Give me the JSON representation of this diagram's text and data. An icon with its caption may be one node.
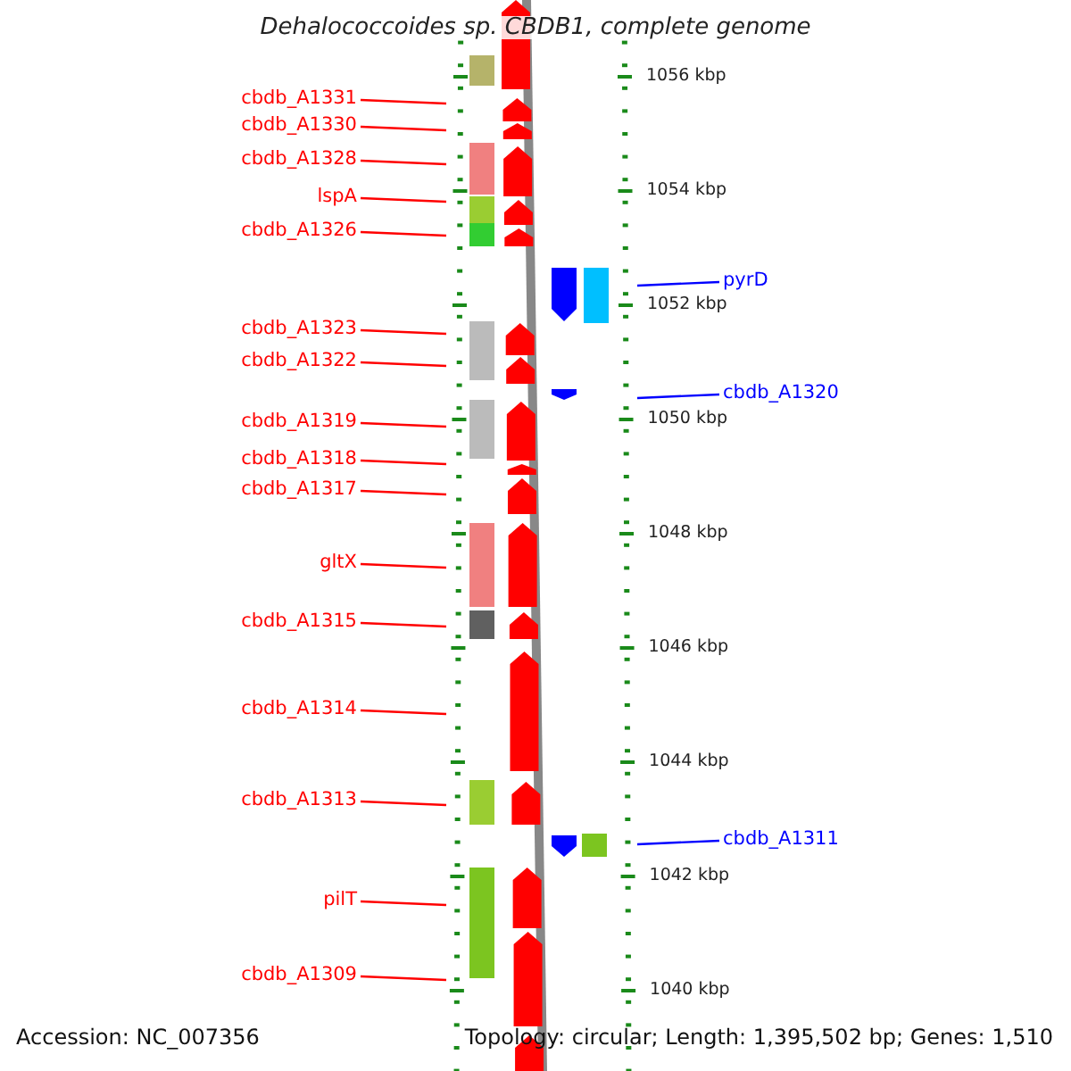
{
  "diagram": {
    "title": "Dehalococcoides sp. CBDB1, complete genome",
    "nodes": [
      {
        "text": [
          "cbdb_A1331"
        ]
      },
      {
        "text": [
          "cbdb_A1330"
        ]
      },
      {
        "text": [
          "cbdb_A1328"
        ]
      },
      {
        "text": [
          "lspA"
        ]
      },
      {
        "text": [
          "cbdb_A1326"
        ]
      },
      {
        "text": [
          "pyrD"
        ]
      },
      {
        "text": [
          "cbdb_A1323"
        ]
      },
      {
        "text": [
          "cbdb_A1322"
        ]
      },
      {
        "text": [
          "cbdb_A1320"
        ]
      },
      {
        "text": [
          "cbdb_A1319"
        ]
      },
      {
        "text": [
          "cbdb_A1318"
        ]
      },
      {
        "text": [
          "cbdb_A1317"
        ]
      },
      {
        "text": [
          "gltX"
        ]
      },
      {
        "text": [
          "cbdb_A1315"
        ]
      },
      {
        "text": [
          "cbdb_A1314"
        ]
      },
      {
        "text": [
          "cbdb_A1313"
        ]
      },
      {
        "text": [
          "cbdb_A1311"
        ]
      },
      {
        "text": [
          "pilT"
        ]
      },
      {
        "text": [
          "cbdb_A1309"
        ]
      }
    ],
    "edges": [
      {
        "from": 0,
        "to": null,
        "arrow": "none"
      },
      {
        "from": 1,
        "to": null,
        "arrow": "none"
      },
      {
        "from": 2,
        "to": null,
        "arrow": "none"
      },
      {
        "from": 3,
        "to": null,
        "arrow": "none"
      },
      {
        "from": 4,
        "to": null,
        "arrow": "none"
      },
      {
        "from": 5,
        "to": null,
        "arrow": "none",
        "color": "#0000ff"
      },
      {
        "from": 6,
        "to": null,
        "arrow": "none"
      },
      {
        "from": 7,
        "to": null,
        "arrow": "none"
      },
      {
        "from": 8,
        "to": null,
        "arrow": "none",
        "color": "#0000ff"
      },
      {
        "from": 9,
        "to": null,
        "arrow": "none"
      },
      {
        "from": 10,
        "to": null,
        "arrow": "none"
      },
      {
        "from": 11,
        "to": null,
        "arrow": "none"
      },
      {
        "from": 12,
        "to": null,
        "arrow": "none"
      },
      {
        "from": 13,
        "to": null,
        "arrow": "none"
      },
      {
        "from": 14,
        "to": null,
        "arrow": "none"
      },
      {
        "from": 15,
        "to": null,
        "arrow": "none"
      },
      {
        "from": 16,
        "to": null,
        "arrow": "none",
        "color": "#0000ff"
      },
      {
        "from": 17,
        "to": null,
        "arrow": "none"
      },
      {
        "from": 18,
        "to": null,
        "arrow": "none"
      }
    ],
    "labels": [
      "1056 kbp",
      "1054 kbp",
      "1052 kbp",
      "1050 kbp",
      "1048 kbp",
      "1046 kbp",
      "1044 kbp",
      "1042 kbp",
      "1040 kbp",
      "Accession: NC_007356",
      "Topology: circular; Length: 1,395,502 bp; Genes: 1,510"
    ]
  }
}
